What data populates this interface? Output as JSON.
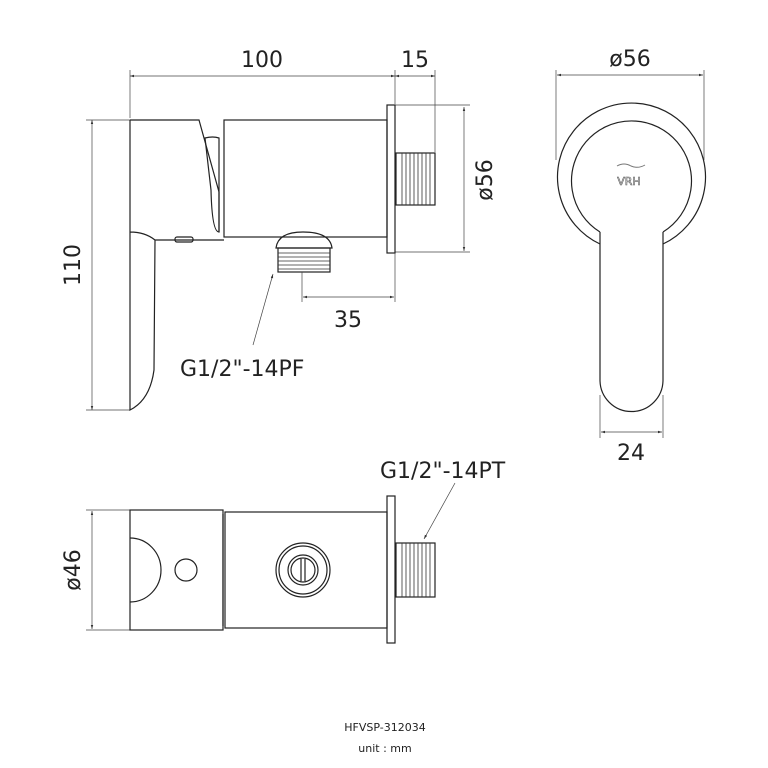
{
  "drawing": {
    "side_view": {
      "dim_length": "100",
      "dim_thread": "15",
      "dim_height": "110",
      "dim_flange_diameter": "ø56",
      "dim_outlet_offset": "35",
      "outlet_thread_label": "G1/2\"-14PF"
    },
    "front_view": {
      "dim_diameter": "ø56",
      "dim_handle_width": "24",
      "logo_text": "VRH"
    },
    "bottom_view": {
      "dim_diameter": "ø46",
      "inlet_thread_label": "G1/2\"-14PT"
    },
    "footer": {
      "model": "HFVSP-312034",
      "unit": "unit : mm"
    },
    "colors": {
      "line": "#222222",
      "background": "#ffffff"
    }
  }
}
